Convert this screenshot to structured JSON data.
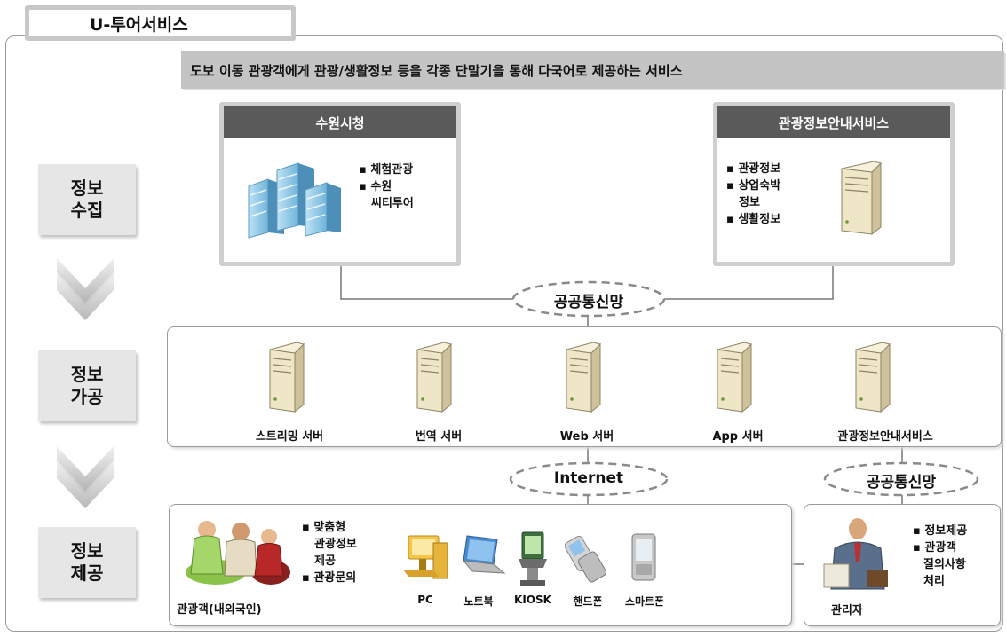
{
  "title": "U-투어서비스",
  "banner": "도보 이동 관광객에게 관광/생활정보 등을 각종 단말기을 통해 다국어로 제공하는 서비스",
  "stages": [
    {
      "line1": "정보",
      "line2": "수집"
    },
    {
      "line1": "정보",
      "line2": "가공"
    },
    {
      "line1": "정보",
      "line2": "제공"
    }
  ],
  "sources": {
    "city": {
      "header": "수원시청",
      "items": [
        "▪ 체험관광",
        "▪ 수원",
        "씨티투어"
      ]
    },
    "tour_info": {
      "header": "관광정보안내서비스",
      "items": [
        "▪ 관광정보",
        "▪ 상업숙박",
        "정보",
        "▪ 생활정보"
      ]
    }
  },
  "networks": {
    "public_top": "공공통신망",
    "internet": "Internet",
    "public_bottom": "공공통신망"
  },
  "servers": [
    "스트리밍 서버",
    "번역 서버",
    "Web 서버",
    "App 서버",
    "관광정보안내서비스"
  ],
  "provide": {
    "tourists_label": "관광객(내외국인)",
    "items": [
      "▪ 맞춤형",
      "관광정보",
      "제공",
      "▪ 관광문의"
    ],
    "devices": [
      "PC",
      "노트북",
      "KIOSK",
      "핸드폰",
      "스마트폰"
    ]
  },
  "admin": {
    "label": "관리자",
    "items": [
      "▪ 정보제공",
      "▪ 관광객",
      "질의사항",
      "처리"
    ]
  }
}
